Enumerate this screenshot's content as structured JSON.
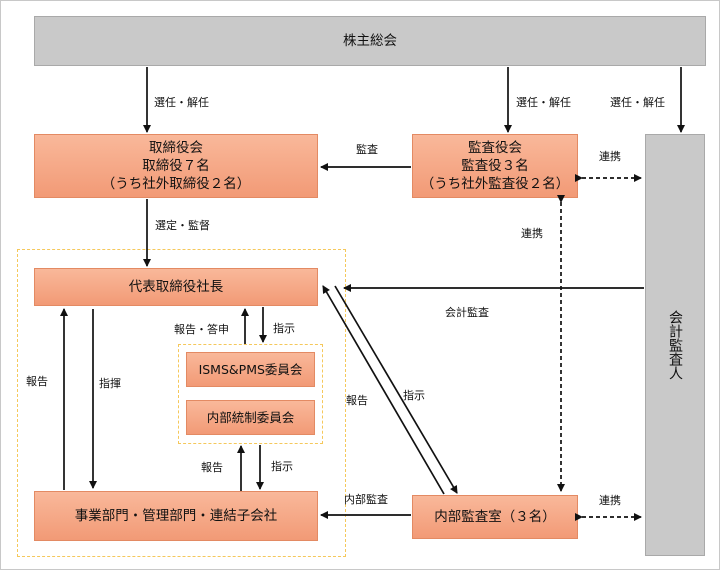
{
  "shareholders_meeting": "株主総会",
  "board": {
    "title": "取締役会",
    "count": "取締役７名",
    "outside": "（うち社外取締役２名）"
  },
  "auditors": {
    "title": "監査役会",
    "count": "監査役３名",
    "outside": "（うち社外監査役２名）"
  },
  "president": "代表取締役社長",
  "committees": {
    "isms": "ISMS&PMS委員会",
    "internal_control": "内部統制委員会"
  },
  "operations": "事業部門・管理部門・連結子会社",
  "internal_audit": "内部監査室（３名）",
  "accounting_auditor": "会計監査人",
  "labels": {
    "elect_dismiss": "選任・解任",
    "audit": "監査",
    "cooperation": "連携",
    "appoint_supervise": "選定・監督",
    "accounting_audit": "会計監査",
    "report_reply": "報告・答申",
    "instruction": "指示",
    "report": "報告",
    "command": "指揮",
    "internal_audit_label": "内部監査"
  },
  "colors": {
    "grey_box": "#c9c9c9",
    "orange_box": "#f29a76",
    "dashed_frame": "#f5c85b",
    "arrow": "#111111"
  }
}
